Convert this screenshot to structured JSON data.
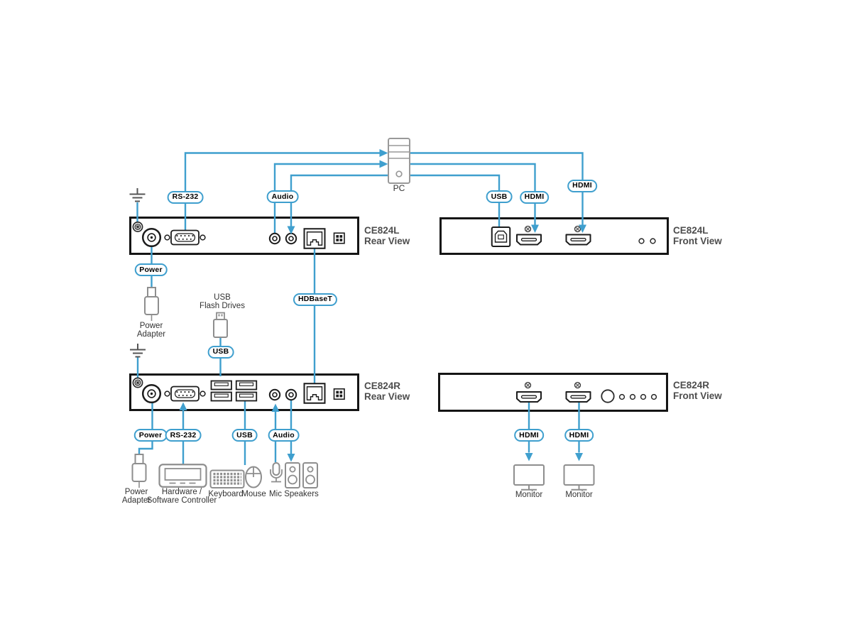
{
  "colors": {
    "blue": "#3f9fce",
    "device": "#4d4d4d",
    "text": "#333333"
  },
  "devices": {
    "l_rear": {
      "name": "CE824L",
      "view": "Rear View"
    },
    "l_front": {
      "name": "CE824L",
      "view": "Front View"
    },
    "r_rear": {
      "name": "CE824R",
      "view": "Rear View"
    },
    "r_front": {
      "name": "CE824R",
      "view": "Front View"
    }
  },
  "pills": {
    "rs232_top": "RS-232",
    "audio_top": "Audio",
    "usb_top": "USB",
    "hdmi_a": "HDMI",
    "hdmi_b": "HDMI",
    "power_top": "Power",
    "usb_flash": "USB",
    "hdbaset": "HDBaseT",
    "power_bottom": "Power",
    "rs232_bottom": "RS-232",
    "usb_bottom": "USB",
    "audio_bottom": "Audio",
    "hdmi_mon1": "HDMI",
    "hdmi_mon2": "HDMI"
  },
  "labels": {
    "pc": "PC",
    "power_adapter_top": {
      "l1": "Power",
      "l2": "Adapter"
    },
    "usb_flash": {
      "l1": "USB",
      "l2": "Flash Drives"
    },
    "power_adapter_bottom": {
      "l1": "Power",
      "l2": "Adapter"
    },
    "controller": {
      "l1": "Hardware /",
      "l2": "Software Controller"
    },
    "keyboard": "Keyboard",
    "mouse": "Mouse",
    "mic": "Mic",
    "speakers": "Speakers",
    "monitor1": "Monitor",
    "monitor2": "Monitor"
  },
  "icons": {
    "pc_tower": "pc-tower-icon",
    "ground": "ground-symbol-icon",
    "grounding_screw": "grounding-screw-icon",
    "power_jack": "power-jack-port",
    "rs232": "db9-serial-port",
    "audio": "audio-jack-port",
    "rj45": "rj45-port",
    "dip_switch": "dip-switch",
    "usb_a": "usb-a-port",
    "usb_b": "usb-b-port",
    "hdmi": "hdmi-port",
    "screw": "screw-icon",
    "led": "led-indicator",
    "button": "push-button",
    "power_adapter": "power-adapter-icon",
    "usb_flash": "usb-flash-drive-icon",
    "controller": "controller-icon",
    "keyboard": "keyboard-icon",
    "mouse": "mouse-icon",
    "mic": "microphone-icon",
    "speakers": "speaker-icon",
    "monitor": "monitor-icon"
  }
}
